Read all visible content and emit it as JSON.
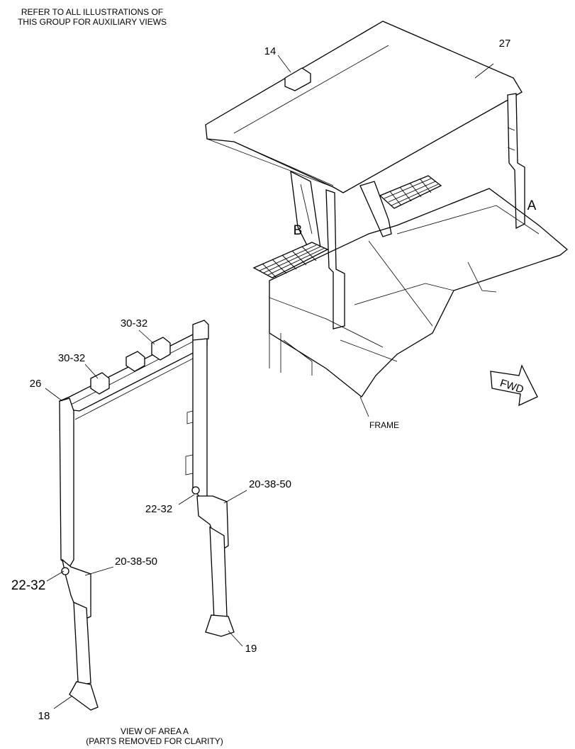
{
  "header": {
    "line1": "REFER TO ALL ILLUSTRATIONS OF",
    "line2": "THIS GROUP FOR AUXILIARY VIEWS"
  },
  "callouts": {
    "c14": "14",
    "c27": "27",
    "area_a": "A",
    "area_b": "B",
    "frame": "FRAME",
    "fwd": "FWD",
    "c30_32_upper": "30-32",
    "c30_32_lower": "30-32",
    "c26": "26",
    "c20_38_50_right": "20-38-50",
    "c22_32_right": "22-32",
    "c20_38_50_left": "20-38-50",
    "c22_32_left": "22-32",
    "c19": "19",
    "c18": "18"
  },
  "caption": {
    "line1": "VIEW OF AREA A",
    "line2": "(PARTS REMOVED FOR CLARITY)"
  }
}
